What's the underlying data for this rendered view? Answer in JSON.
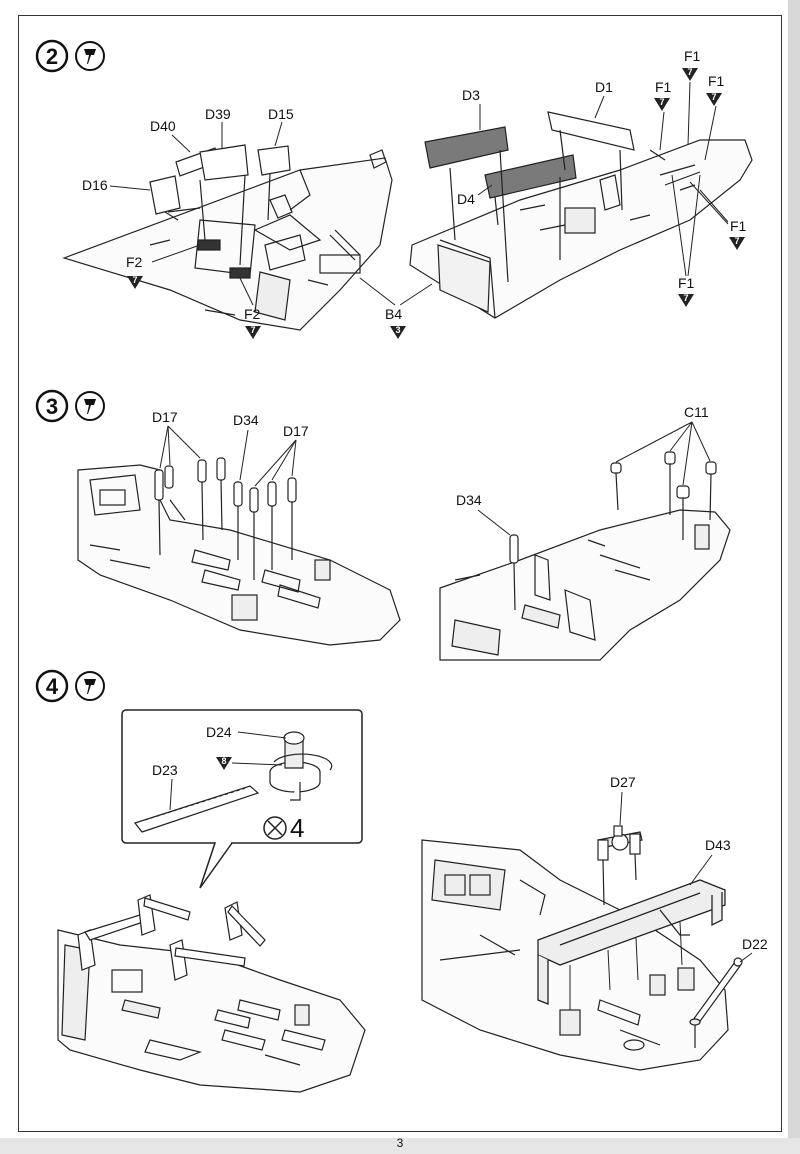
{
  "page": {
    "number": "3"
  },
  "steps": [
    {
      "number": "2",
      "glue_icon": "glue-tube-icon"
    },
    {
      "number": "3",
      "glue_icon": "glue-tube-icon"
    },
    {
      "number": "4",
      "glue_icon": "glue-tube-icon"
    }
  ],
  "step2": {
    "left": {
      "parts": [
        "D40",
        "D39",
        "D15",
        "D16"
      ],
      "refs": [
        {
          "part": "F2",
          "color": "7"
        },
        {
          "part": "F2",
          "color": "7"
        },
        {
          "part": "B4",
          "color": "3"
        }
      ]
    },
    "right": {
      "parts": [
        "D3",
        "D1",
        "D4"
      ],
      "refs": [
        {
          "part": "F1",
          "color": "7"
        },
        {
          "part": "F1",
          "color": "7"
        },
        {
          "part": "F1",
          "color": "7"
        },
        {
          "part": "F1",
          "color": "7"
        },
        {
          "part": "F1",
          "color": "7"
        }
      ]
    }
  },
  "step3": {
    "left": {
      "parts": [
        "D17",
        "D34",
        "D17"
      ]
    },
    "right": {
      "parts": [
        "D34",
        "C11"
      ]
    }
  },
  "step4": {
    "inset": {
      "parts": [
        "D24",
        "D23"
      ],
      "paint_ref": "8",
      "quantity": "4"
    },
    "right": {
      "parts": [
        "D27",
        "D43",
        "D22"
      ]
    }
  },
  "colors": {
    "paint_marker": "#222222",
    "line": "#222222",
    "grey_part": "#7a7a7a"
  }
}
